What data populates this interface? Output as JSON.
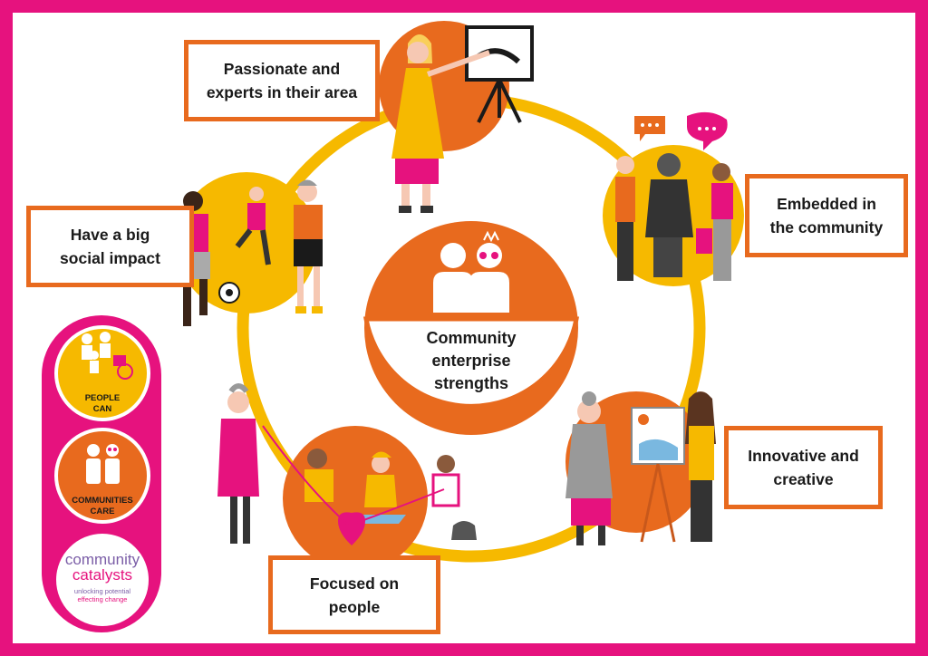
{
  "center": {
    "title": "Community\nenterprise\nstrengths"
  },
  "strengths": [
    {
      "label": "Passionate and\nexperts in their area"
    },
    {
      "label": "Embedded in\nthe community"
    },
    {
      "label": "Innovative and\ncreative"
    },
    {
      "label": "Focused on\npeople"
    },
    {
      "label": "Have a big\nsocial impact"
    }
  ],
  "badges": {
    "people_can": "PEOPLE\nCAN",
    "communities_care": "COMMUNITIES\nCARE"
  },
  "logo": {
    "line1": "community",
    "line2": "catalysts",
    "tagline1": "unlocking potential",
    "tagline2": "effecting change"
  },
  "colors": {
    "border": "#e6127e",
    "orange": "#e86a1e",
    "yellow": "#f6b900",
    "pink": "#e6127e"
  }
}
